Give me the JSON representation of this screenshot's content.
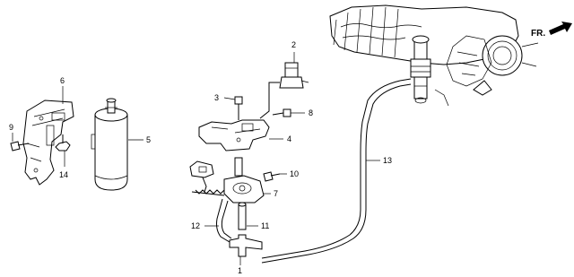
{
  "direction_label": "FR.",
  "callouts": [
    {
      "id": "c1",
      "text": "1"
    },
    {
      "id": "c2",
      "text": "2"
    },
    {
      "id": "c3",
      "text": "3"
    },
    {
      "id": "c4",
      "text": "4"
    },
    {
      "id": "c5",
      "text": "5"
    },
    {
      "id": "c6",
      "text": "6"
    },
    {
      "id": "c7",
      "text": "7"
    },
    {
      "id": "c8",
      "text": "8"
    },
    {
      "id": "c9",
      "text": "9"
    },
    {
      "id": "c10",
      "text": "10"
    },
    {
      "id": "c11",
      "text": "11"
    },
    {
      "id": "c12",
      "text": "12"
    },
    {
      "id": "c13",
      "text": "13"
    },
    {
      "id": "c14",
      "text": "14"
    }
  ],
  "icons": {
    "direction_arrow": "forward-arrow-icon"
  }
}
